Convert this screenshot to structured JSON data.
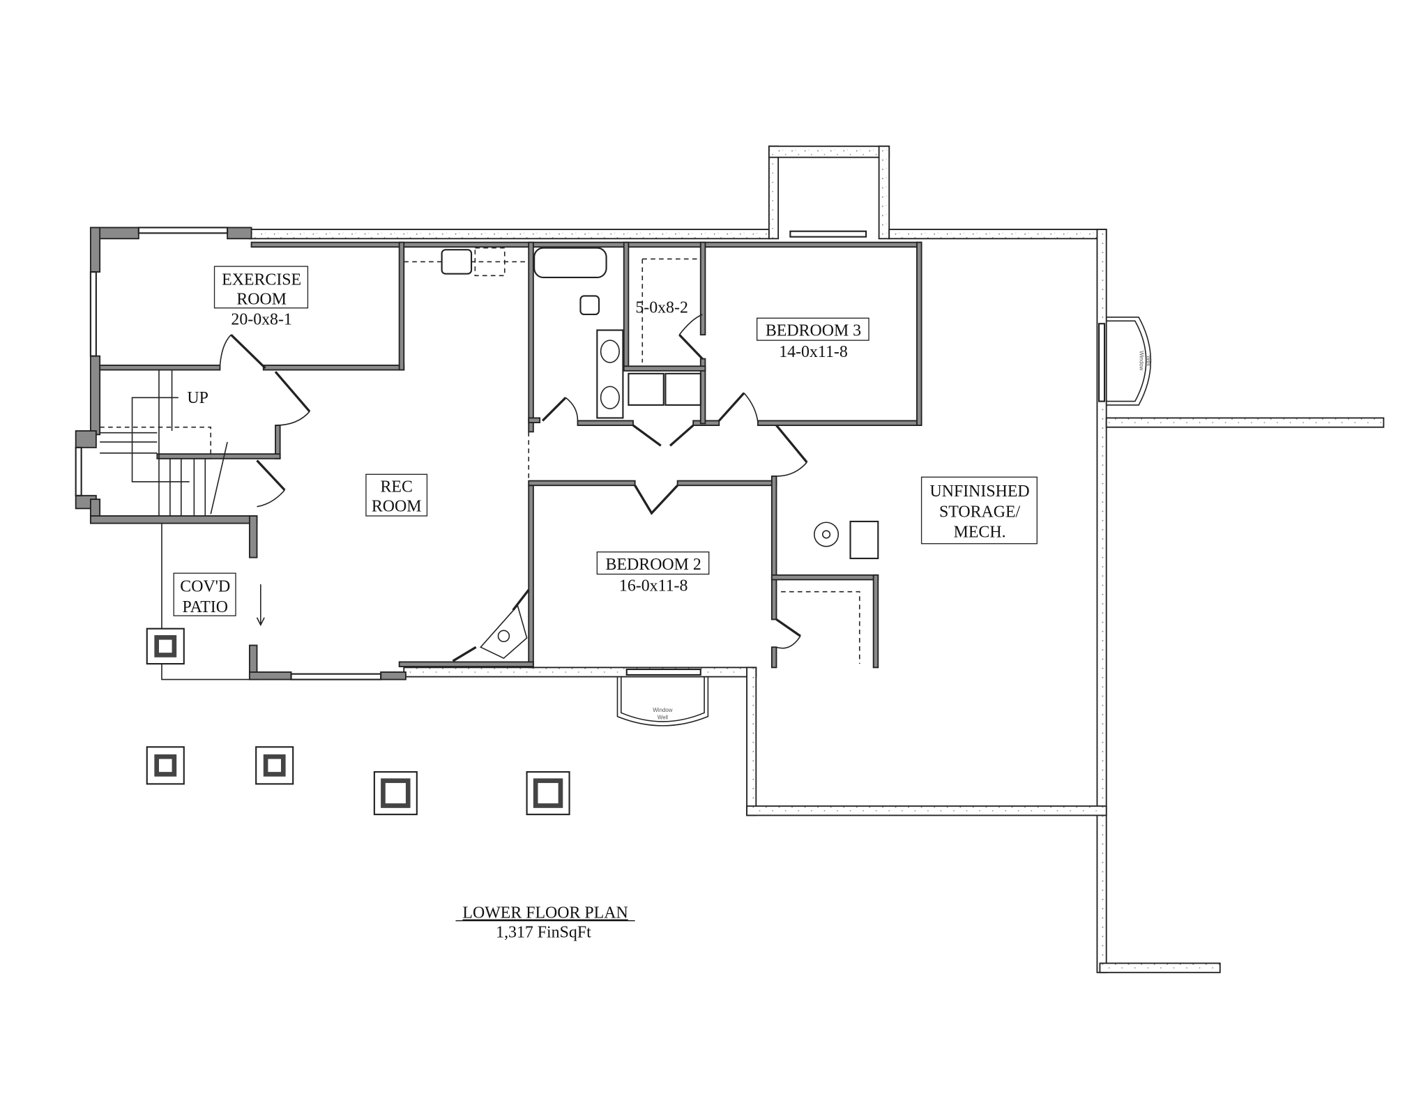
{
  "plan": {
    "title": "LOWER FLOOR PLAN",
    "subtitle": "1,317 FinSqFt",
    "rooms": {
      "exercise": {
        "line1": "EXERCISE",
        "line2": "ROOM",
        "dims": "20-0x8-1"
      },
      "rec": {
        "line1": "REC",
        "line2": "ROOM"
      },
      "bath": {
        "dims": "5-0x8-2"
      },
      "bedroom3": {
        "name": "BEDROOM 3",
        "dims": "14-0x11-8"
      },
      "bedroom2": {
        "name": "BEDROOM 2",
        "dims": "16-0x11-8"
      },
      "storage": {
        "line1": "UNFINISHED",
        "line2": "STORAGE/",
        "line3": "MECH."
      },
      "patio": {
        "line1": "COV'D",
        "line2": "PATIO"
      }
    },
    "stair_label": "UP",
    "window_well": {
      "line1": "Window",
      "line2": "Well"
    }
  },
  "colors": {
    "wall_fill": "#8a8a8a",
    "line": "#222222",
    "background": "#ffffff"
  }
}
